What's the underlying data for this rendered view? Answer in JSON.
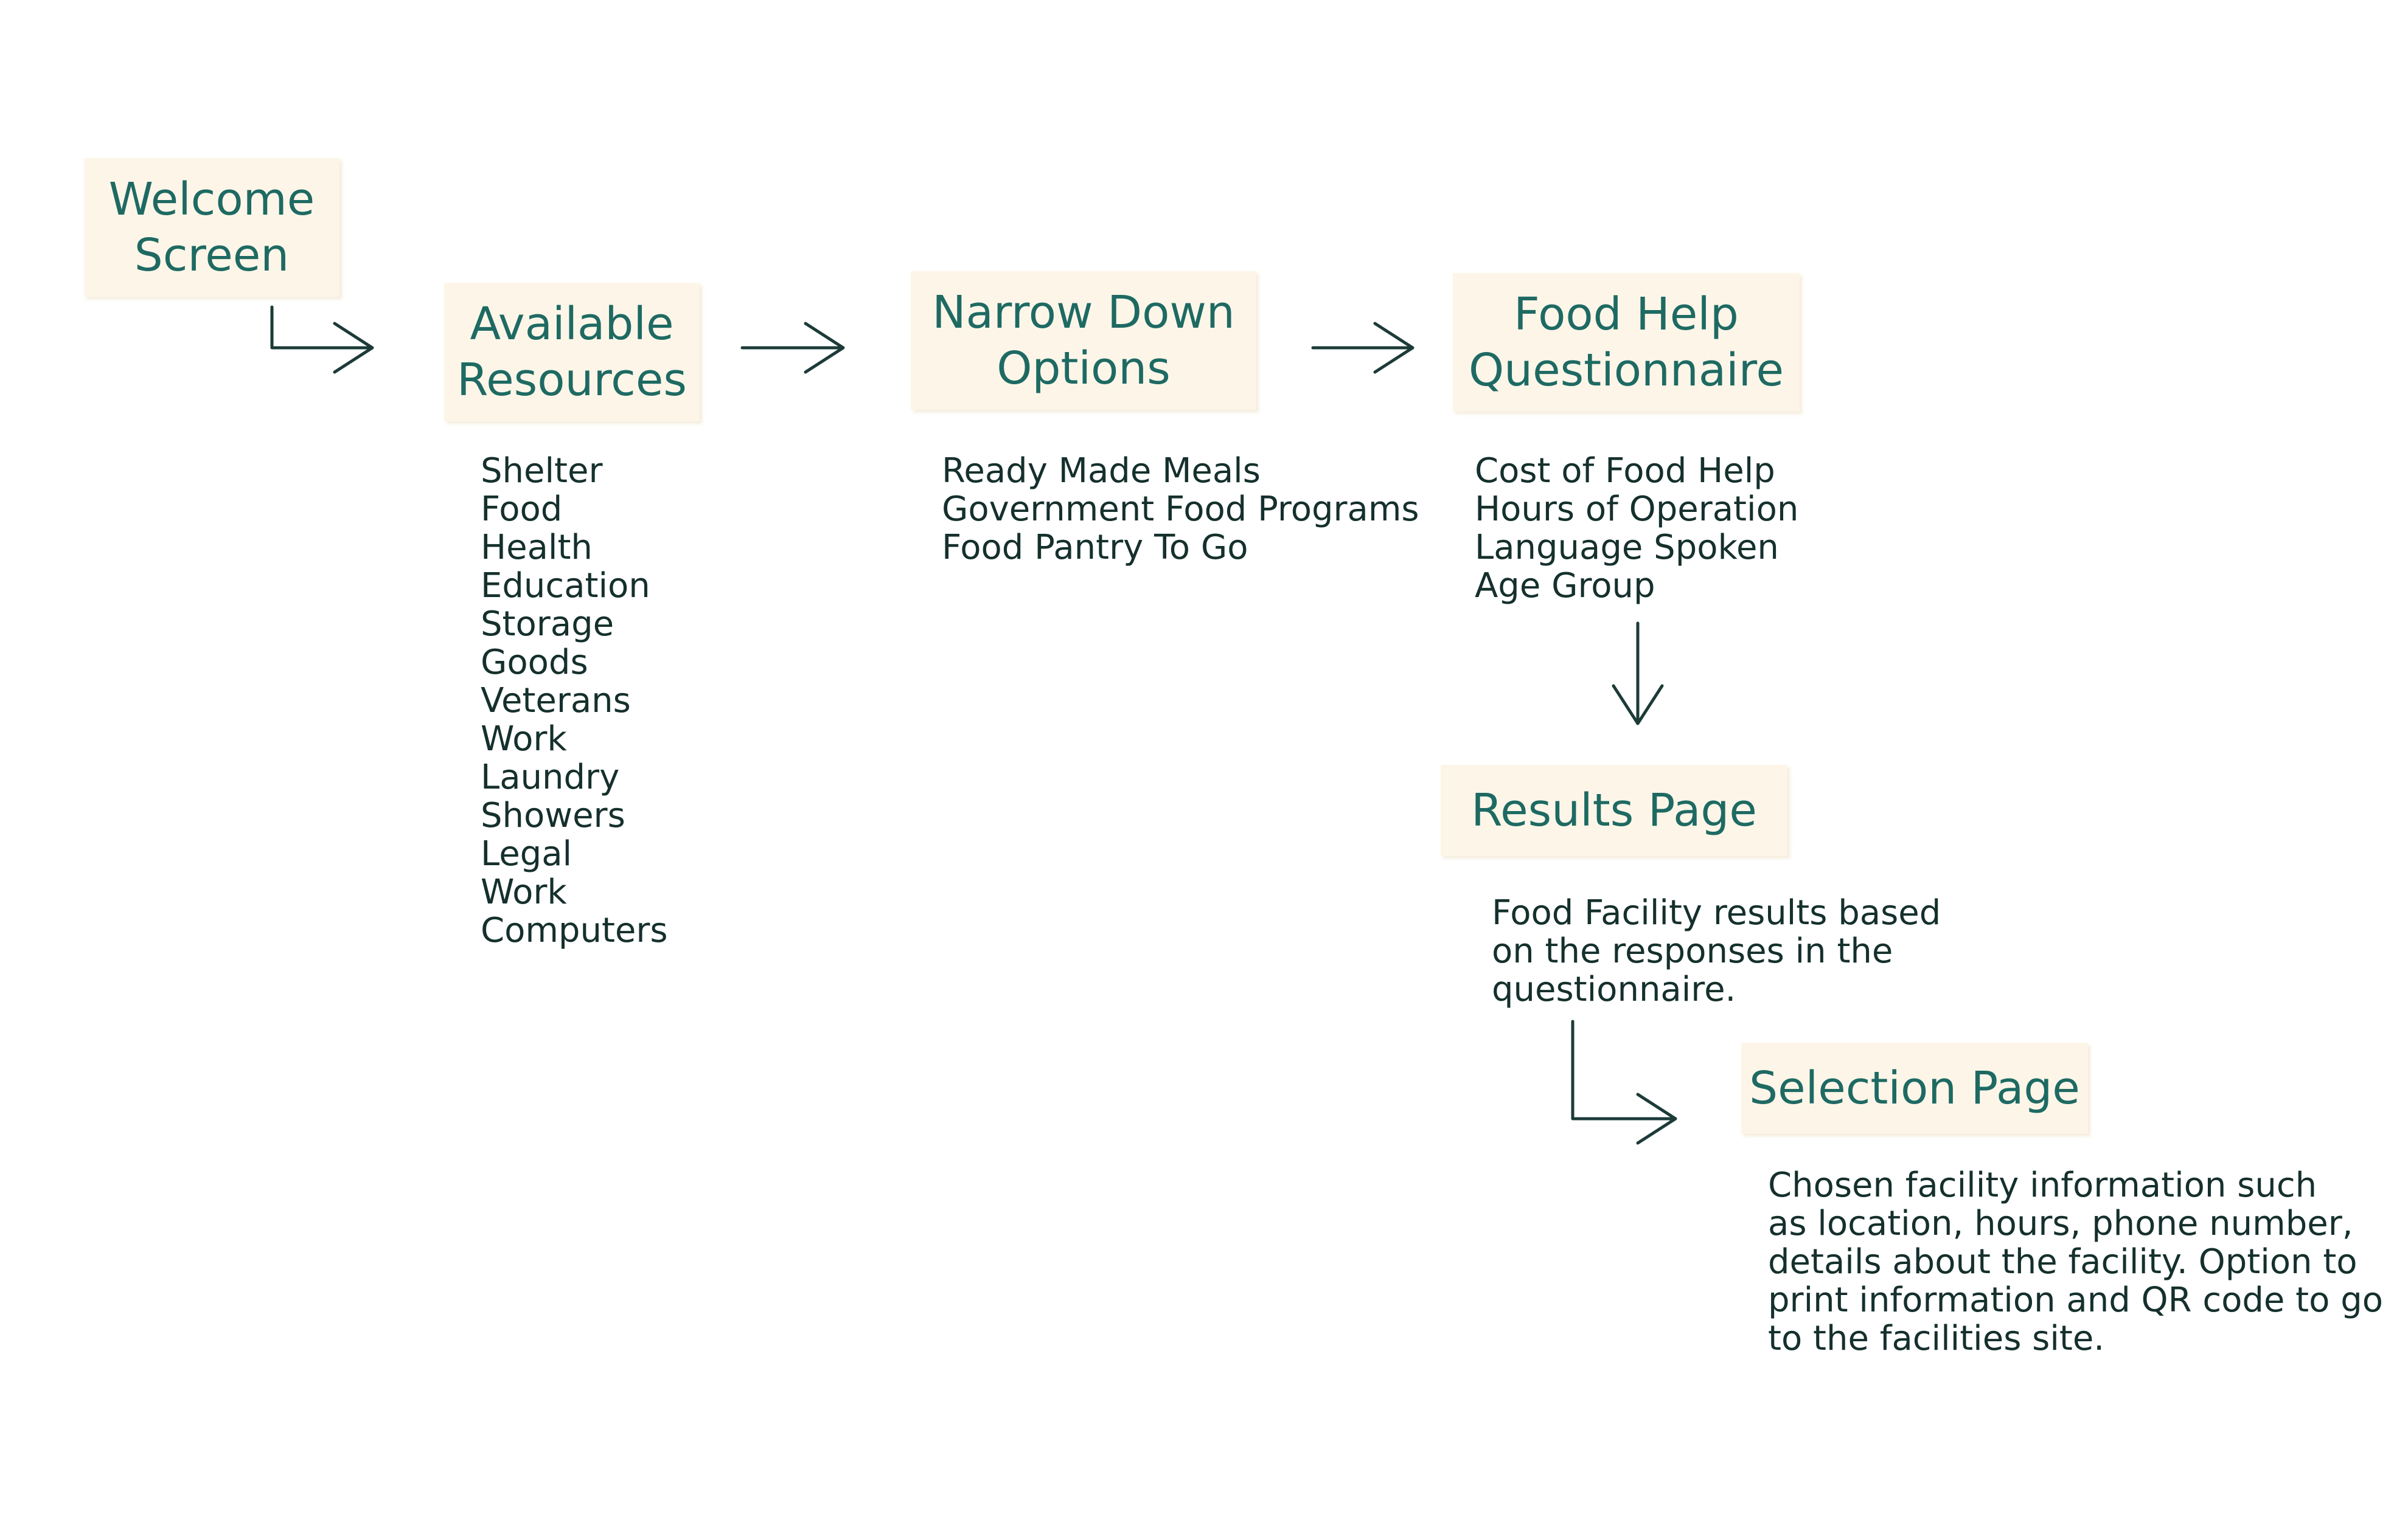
{
  "nodes": {
    "welcome": [
      "Welcome",
      "Screen"
    ],
    "resources": [
      "Available",
      "Resources"
    ],
    "narrow": [
      "Narrow Down",
      "Options"
    ],
    "questionnaire": [
      "Food Help",
      "Questionnaire"
    ],
    "results": "Results Page",
    "selection": "Selection Page"
  },
  "resources_list": [
    "Shelter",
    "Food",
    "Health",
    "Education",
    "Storage",
    "Goods",
    "Veterans",
    "Work",
    "Laundry",
    "Showers",
    "Legal",
    "Work",
    "Computers"
  ],
  "narrow_list": [
    "Ready Made Meals",
    "Government Food Programs",
    "Food Pantry To Go"
  ],
  "questionnaire_list": [
    "Cost of Food Help",
    "Hours of Operation",
    "Language Spoken",
    "Age Group"
  ],
  "results_text": [
    "Food Facility results based",
    "on the responses in the",
    "questionnaire."
  ],
  "selection_text": [
    "Chosen facility information such",
    "as location, hours, phone number,",
    "details about the facility. Option to",
    "print information and QR code to go",
    "to the facilities site."
  ],
  "colors": {
    "node_fill": "#fdf6e8",
    "node_text": "#1e6a63",
    "body_text": "#15302d",
    "arrow": "#1c3b38"
  }
}
